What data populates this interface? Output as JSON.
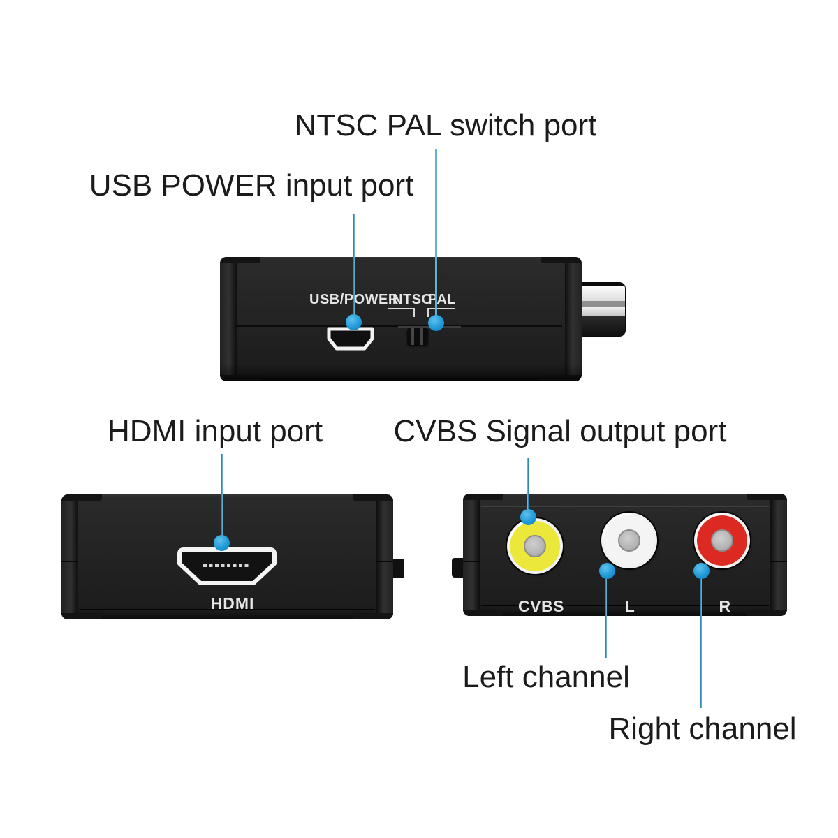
{
  "page": {
    "background": "#ffffff"
  },
  "annotation_style": {
    "line_color": "#3f9ecb",
    "dot_color": "#1f9ad8",
    "text_color": "#1b1b1b"
  },
  "callouts": {
    "ntsc_pal_switch_port": "NTSC PAL switch port",
    "usb_power_input_port": "USB POWER input port",
    "hdmi_input_port": "HDMI input port",
    "cvbs_signal_output_port": "CVBS Signal output port",
    "left_channel": "Left channel",
    "right_channel": "Right channel"
  },
  "device_top": {
    "usb_power_port_label": "USB/POWER",
    "ntsc_label": "NTSC",
    "pal_label": "PAL"
  },
  "device_front": {
    "hdmi_port_label": "HDMI"
  },
  "device_back": {
    "cvbs_jack_label": "CVBS",
    "left_jack_label": "L",
    "right_jack_label": "R",
    "jack_colors": {
      "cvbs": "#ece73b",
      "left": "#f4f4f4",
      "right": "#dc2a22"
    }
  }
}
